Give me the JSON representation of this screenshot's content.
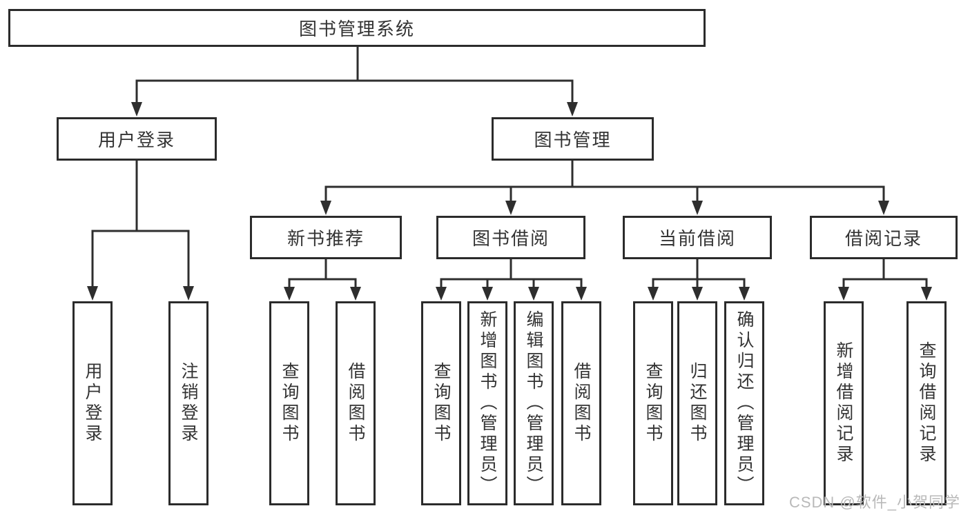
{
  "diagram": {
    "title_node": "图书管理系统",
    "tree": {
      "root": {
        "label": "图书管理系统",
        "children": [
          {
            "label": "用户登录",
            "children": [
              {
                "label": "用户登录"
              },
              {
                "label": "注销登录"
              }
            ]
          },
          {
            "label": "图书管理",
            "children": [
              {
                "label": "新书推荐",
                "children": [
                  {
                    "label": "查询图书"
                  },
                  {
                    "label": "借阅图书"
                  }
                ]
              },
              {
                "label": "图书借阅",
                "children": [
                  {
                    "label": "查询图书"
                  },
                  {
                    "label": "新增图书（管理员）"
                  },
                  {
                    "label": "编辑图书（管理员）"
                  },
                  {
                    "label": "借阅图书"
                  }
                ]
              },
              {
                "label": "当前借阅",
                "children": [
                  {
                    "label": "查询图书"
                  },
                  {
                    "label": "归还图书"
                  },
                  {
                    "label": "确认归还（管理员）"
                  }
                ]
              },
              {
                "label": "借阅记录",
                "children": [
                  {
                    "label": "新增借阅记录"
                  },
                  {
                    "label": "查询借阅记录"
                  }
                ]
              }
            ]
          }
        ]
      }
    },
    "colors": {
      "line": "#2e2e2e",
      "box_border": "#2b2b2b",
      "text": "#333333",
      "watermark": "#b9b9b9",
      "background": "#ffffff"
    }
  },
  "watermark": {
    "text": "CSDN @软件_小贺同学"
  }
}
